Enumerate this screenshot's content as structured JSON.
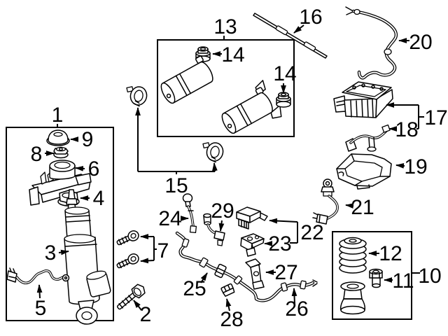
{
  "diagram": {
    "kind": "exploded-parts-diagram",
    "background_color": "#ffffff",
    "line_color": "#000000",
    "labels": {
      "n1": "1",
      "n2": "2",
      "n3": "3",
      "n4": "4",
      "n5": "5",
      "n6": "6",
      "n7": "7",
      "n8": "8",
      "n9": "9",
      "n10": "10",
      "n11": "11",
      "n12": "12",
      "n13": "13",
      "n14a": "14",
      "n14b": "14",
      "n15": "15",
      "n16": "16",
      "n17": "17",
      "n18": "18",
      "n19": "19",
      "n20": "20",
      "n21": "21",
      "n22": "22",
      "n23": "23",
      "n24": "24",
      "n25": "25",
      "n26": "26",
      "n27": "27",
      "n28": "28",
      "n29": "29"
    }
  }
}
